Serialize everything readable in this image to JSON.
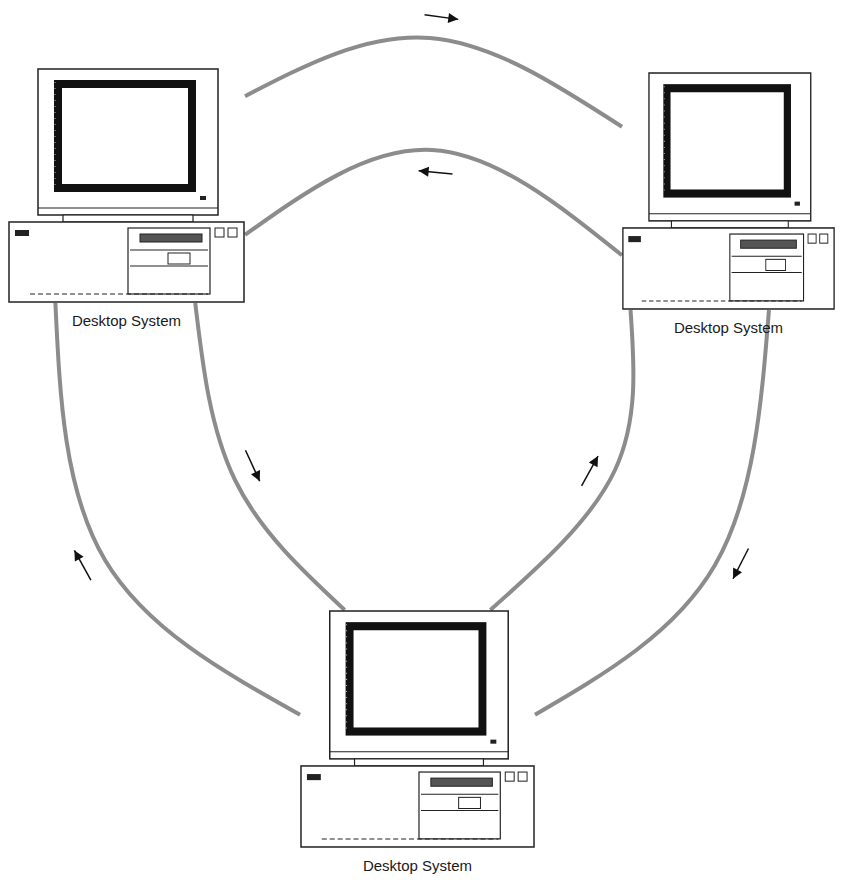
{
  "diagram": {
    "nodes": [
      {
        "text": [
          "Desktop System"
        ]
      },
      {
        "text": [
          "Desktop System"
        ]
      },
      {
        "text": [
          "Desktop System"
        ]
      }
    ],
    "edges": [
      {
        "from": 0,
        "to": 1,
        "arrow": "to"
      },
      {
        "from": 1,
        "to": 0,
        "arrow": "to"
      },
      {
        "from": 1,
        "to": 2,
        "arrow": "to"
      },
      {
        "from": 2,
        "to": 1,
        "arrow": "to"
      },
      {
        "from": 2,
        "to": 0,
        "arrow": "to"
      },
      {
        "from": 0,
        "to": 2,
        "arrow": "to"
      }
    ]
  }
}
